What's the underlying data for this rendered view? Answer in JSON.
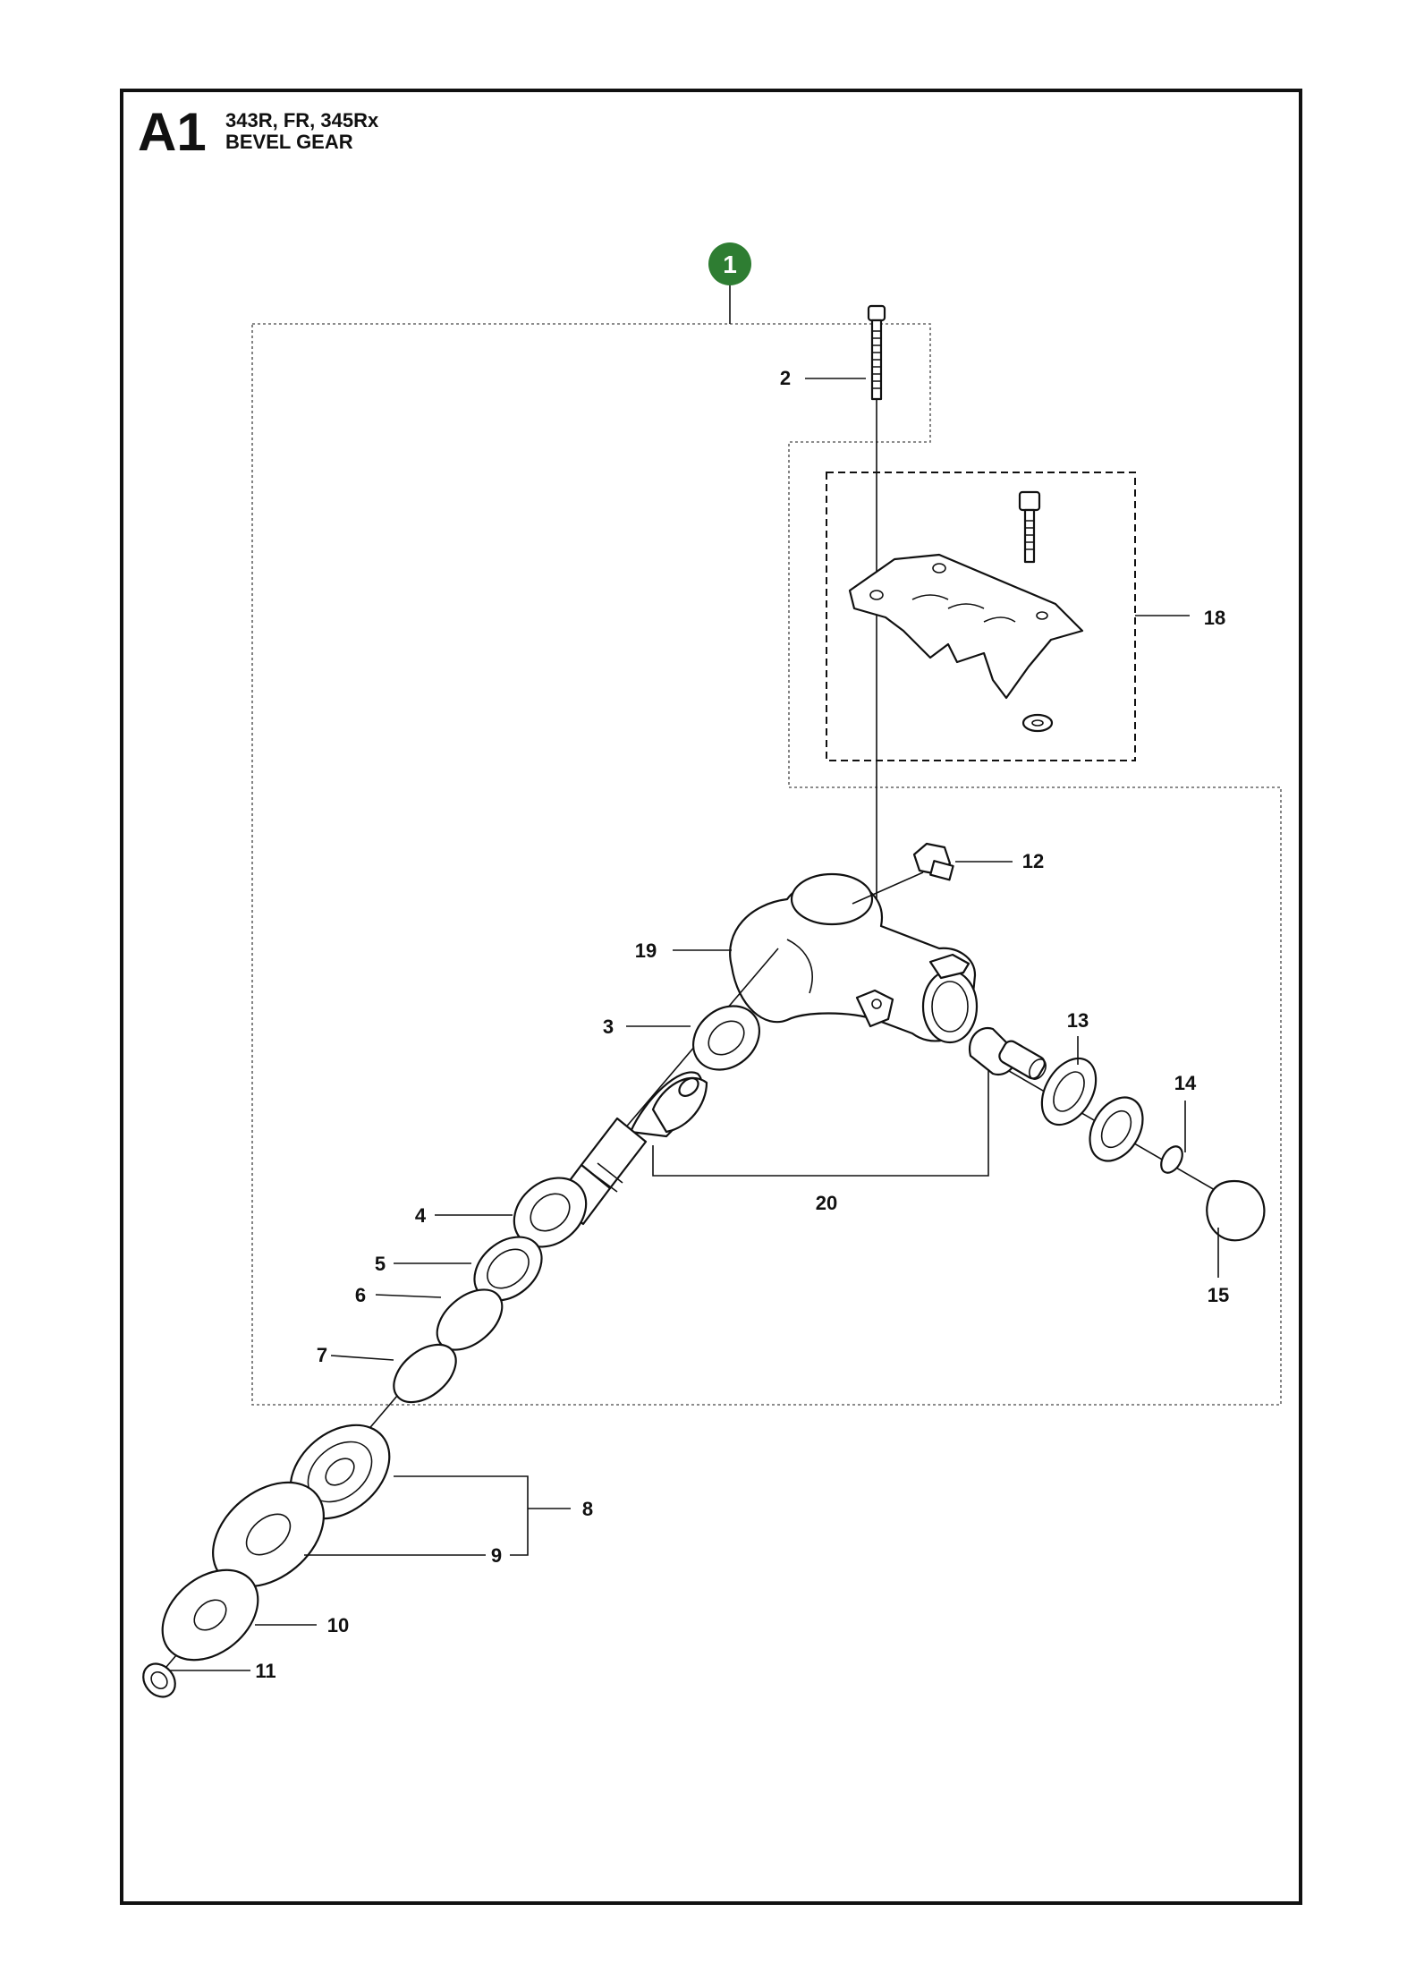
{
  "header": {
    "section": "A1",
    "models": "343R, FR, 345Rx",
    "title": "BEVEL GEAR"
  },
  "kit_badge": "1",
  "colors": {
    "badge": "#2e7d32",
    "ink": "#111111"
  },
  "callouts": [
    {
      "num": "2"
    },
    {
      "num": "18"
    },
    {
      "num": "12"
    },
    {
      "num": "19"
    },
    {
      "num": "3"
    },
    {
      "num": "13"
    },
    {
      "num": "14"
    },
    {
      "num": "20"
    },
    {
      "num": "4"
    },
    {
      "num": "5"
    },
    {
      "num": "15"
    },
    {
      "num": "6"
    },
    {
      "num": "7"
    },
    {
      "num": "8"
    },
    {
      "num": "9"
    },
    {
      "num": "10"
    },
    {
      "num": "11"
    }
  ]
}
